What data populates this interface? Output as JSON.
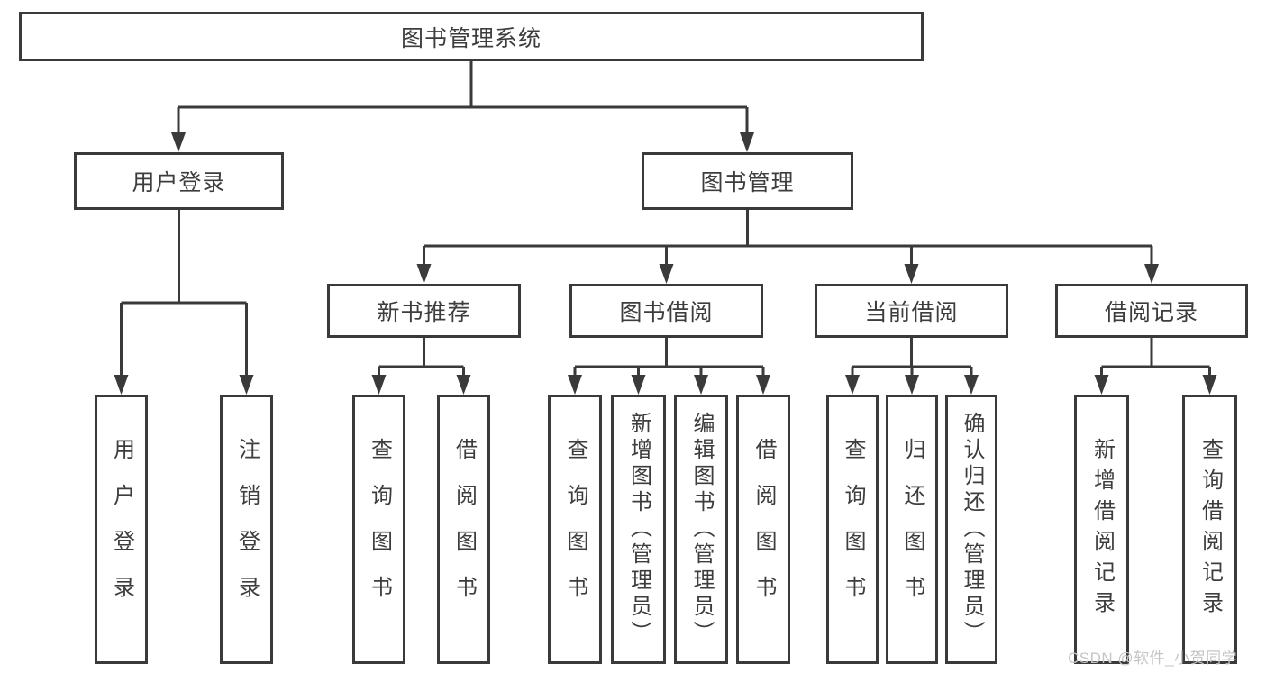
{
  "diagram": {
    "root": {
      "label": "图书管理系统"
    },
    "branches": [
      {
        "label": "用户登录",
        "children": [
          {
            "label": "用户登录"
          },
          {
            "label": "注销登录"
          }
        ]
      },
      {
        "label": "图书管理",
        "children": [
          {
            "label": "新书推荐",
            "children": [
              {
                "label": "查询图书"
              },
              {
                "label": "借阅图书"
              }
            ]
          },
          {
            "label": "图书借阅",
            "children": [
              {
                "label": "查询图书"
              },
              {
                "label": "新增图书（管理员）"
              },
              {
                "label": "编辑图书（管理员）"
              },
              {
                "label": "借阅图书"
              }
            ]
          },
          {
            "label": "当前借阅",
            "children": [
              {
                "label": "查询图书"
              },
              {
                "label": "归还图书"
              },
              {
                "label": "确认归还（管理员）"
              }
            ]
          },
          {
            "label": "借阅记录",
            "children": [
              {
                "label": "新增借阅记录"
              },
              {
                "label": "查询借阅记录"
              }
            ]
          }
        ]
      }
    ]
  },
  "watermark": {
    "text": "CSDN @软件_小贺同学"
  },
  "colors": {
    "line": "#3a3a3a",
    "text": "#3d3d3d",
    "background": "#ffffff",
    "watermark": "#c4c6c8"
  }
}
